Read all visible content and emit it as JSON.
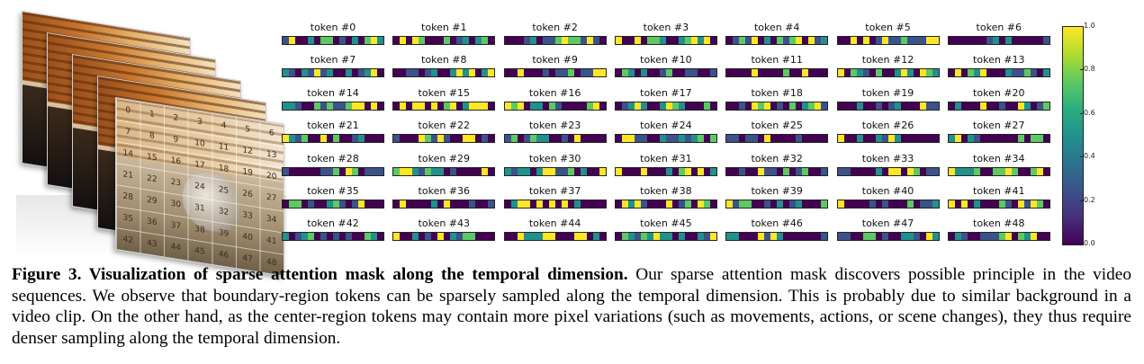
{
  "figure": {
    "frame_grid_numbers": [
      [
        "0",
        "1",
        "2",
        "3",
        "4",
        "5",
        "6"
      ],
      [
        "7",
        "8",
        "9",
        "10",
        "11",
        "12",
        "13"
      ],
      [
        "14",
        "15",
        "16",
        "17",
        "18",
        "19",
        "20"
      ],
      [
        "21",
        "22",
        "23",
        "24",
        "25",
        "26",
        "27"
      ],
      [
        "28",
        "29",
        "30",
        "31",
        "32",
        "33",
        "34"
      ],
      [
        "35",
        "36",
        "37",
        "38",
        "39",
        "40",
        "41"
      ],
      [
        "42",
        "43",
        "44",
        "45",
        "46",
        "47",
        "48"
      ]
    ],
    "colorbar": {
      "colormap": "viridis",
      "ticks": [
        "0.0",
        "0.2",
        "0.4",
        "0.6",
        "0.8",
        "1.0"
      ]
    },
    "colors": {
      "low": "#440154",
      "mid": "#21918c",
      "high": "#fde725"
    },
    "tokens": [
      {
        "label": "token #0"
      },
      {
        "label": "token #1"
      },
      {
        "label": "token #2"
      },
      {
        "label": "token #3"
      },
      {
        "label": "token #4"
      },
      {
        "label": "token #5"
      },
      {
        "label": "token #6"
      },
      {
        "label": "token #7"
      },
      {
        "label": "token #8"
      },
      {
        "label": "token #9"
      },
      {
        "label": "token #10"
      },
      {
        "label": "token #11"
      },
      {
        "label": "token #12"
      },
      {
        "label": "token #13"
      },
      {
        "label": "token #14"
      },
      {
        "label": "token #15"
      },
      {
        "label": "token #16"
      },
      {
        "label": "token #17"
      },
      {
        "label": "token #18"
      },
      {
        "label": "token #19"
      },
      {
        "label": "token #20"
      },
      {
        "label": "token #21"
      },
      {
        "label": "token #22"
      },
      {
        "label": "token #23"
      },
      {
        "label": "token #24"
      },
      {
        "label": "token #25"
      },
      {
        "label": "token #26"
      },
      {
        "label": "token #27"
      },
      {
        "label": "token #28"
      },
      {
        "label": "token #29"
      },
      {
        "label": "token #30"
      },
      {
        "label": "token #31"
      },
      {
        "label": "token #32"
      },
      {
        "label": "token #33"
      },
      {
        "label": "token #34"
      },
      {
        "label": "token #35"
      },
      {
        "label": "token #36"
      },
      {
        "label": "token #37"
      },
      {
        "label": "token #38"
      },
      {
        "label": "token #39"
      },
      {
        "label": "token #40"
      },
      {
        "label": "token #41"
      },
      {
        "label": "token #42"
      },
      {
        "label": "token #43"
      },
      {
        "label": "token #44"
      },
      {
        "label": "token #45"
      },
      {
        "label": "token #46"
      },
      {
        "label": "token #47"
      },
      {
        "label": "token #48"
      }
    ]
  },
  "caption": {
    "title": "Figure 3. Visualization of sparse attention mask along the temporal dimension.",
    "body": " Our sparse attention mask discovers possible principle in the video sequences. We observe that boundary-region tokens can be sparsely sampled along the temporal dimension. This is probably due to similar background in a video clip.  On the other hand, as the center-region tokens may contain more pixel variations (such as movements, actions, or scene changes), they thus require denser sampling along the temporal dimension."
  }
}
